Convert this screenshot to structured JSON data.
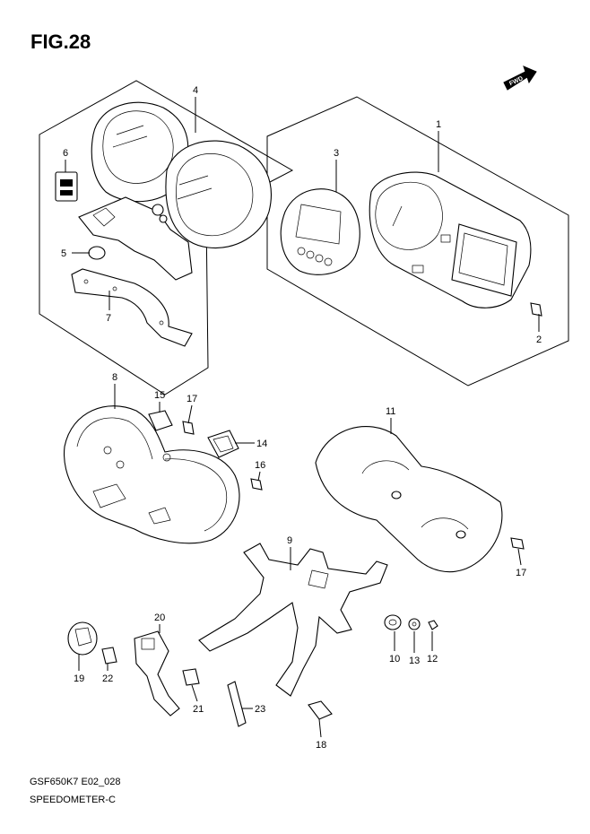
{
  "figure": {
    "title": "FIG.28",
    "fwd_label": "FWD"
  },
  "callouts": {
    "c1": "1",
    "c2": "2",
    "c3": "3",
    "c4": "4",
    "c5": "5",
    "c6": "6",
    "c7": "7",
    "c8": "8",
    "c9": "9",
    "c10": "10",
    "c11": "11",
    "c12": "12",
    "c13": "13",
    "c14": "14",
    "c15": "15",
    "c16": "16",
    "c17a": "17",
    "c17b": "17",
    "c18": "18",
    "c19": "19",
    "c20": "20",
    "c21": "21",
    "c22": "22",
    "c23": "23"
  },
  "footer": {
    "code": "GSF650K7 E02_028",
    "name": "SPEEDOMETER-C"
  }
}
